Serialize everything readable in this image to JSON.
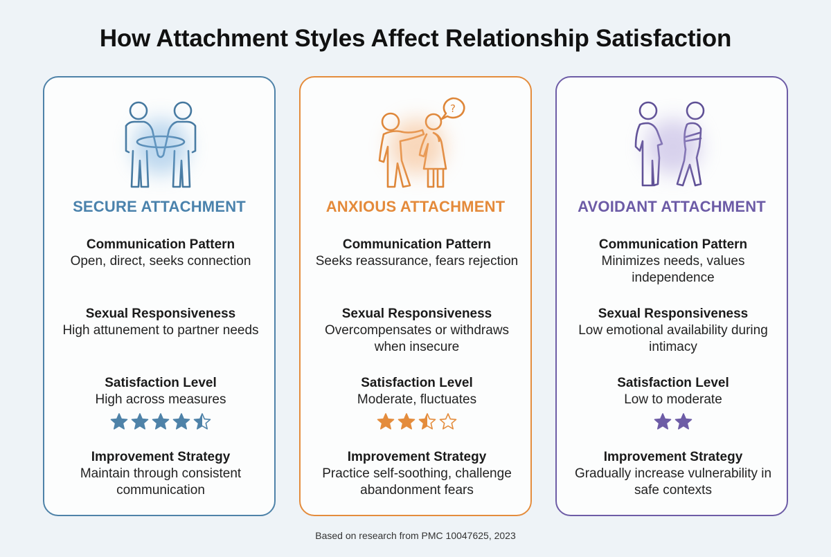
{
  "title": "How Attachment Styles Affect Relationship Satisfaction",
  "colors": {
    "secure": "#4e82a8",
    "anxious": "#e48c3c",
    "avoidant": "#6d5ca6"
  },
  "cards": [
    {
      "key": "secure",
      "icon": "two-people-embracing-icon",
      "title": "SECURE ATTACHMENT",
      "communication": {
        "heading": "Communication Pattern",
        "value": "Open, direct, seeks connection"
      },
      "sexual": {
        "heading": "Sexual Responsiveness",
        "value": "High attunement to partner needs"
      },
      "satisfaction": {
        "heading": "Satisfaction Level",
        "value": "High across measures",
        "rating": 4.5,
        "max_stars": 5
      },
      "improvement": {
        "heading": "Improvement Strategy",
        "value": "Maintain through consistent communication"
      }
    },
    {
      "key": "anxious",
      "icon": "person-reaching-questioning-person-icon",
      "title": "ANXIOUS ATTACHMENT",
      "communication": {
        "heading": "Communication Pattern",
        "value": "Seeks reassurance, fears rejection"
      },
      "sexual": {
        "heading": "Sexual Responsiveness",
        "value": "Overcompensates or withdraws when insecure"
      },
      "satisfaction": {
        "heading": "Satisfaction Level",
        "value": "Moderate, fluctuates",
        "rating": 2.5,
        "max_stars": 4
      },
      "improvement": {
        "heading": "Improvement Strategy",
        "value": "Practice self-soothing, challenge abandonment fears"
      }
    },
    {
      "key": "avoidant",
      "icon": "two-people-turned-away-icon",
      "title": "AVOIDANT ATTACHMENT",
      "communication": {
        "heading": "Communication Pattern",
        "value": "Minimizes needs, values independence"
      },
      "sexual": {
        "heading": "Sexual Responsiveness",
        "value": "Low emotional availability during intimacy"
      },
      "satisfaction": {
        "heading": "Satisfaction Level",
        "value": "Low to moderate",
        "rating": 2,
        "max_stars": 2
      },
      "improvement": {
        "heading": "Improvement Strategy",
        "value": "Gradually increase vulnerability in safe contexts"
      }
    }
  ],
  "footer": "Based on research from PMC 10047625, 2023"
}
